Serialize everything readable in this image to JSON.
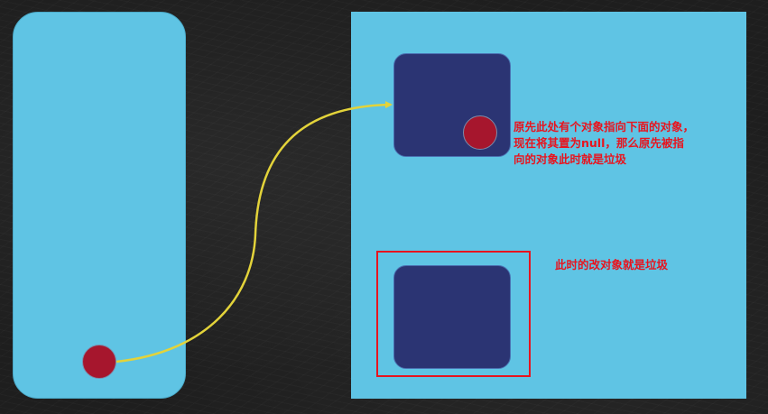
{
  "colors": {
    "panel": "#5fc4e4",
    "object": "#2b3473",
    "reference_dot": "#a6162d",
    "arrow": "#e3d33a",
    "annotation": "#e8141e"
  },
  "annotations": {
    "line1": "原先此处有个对象指向下面的对象，",
    "line2": "现在将其置为null，那么原先被指",
    "line3": "向的对象此时就是垃圾",
    "garbage_note": "此时的改对象就是垃圾"
  }
}
